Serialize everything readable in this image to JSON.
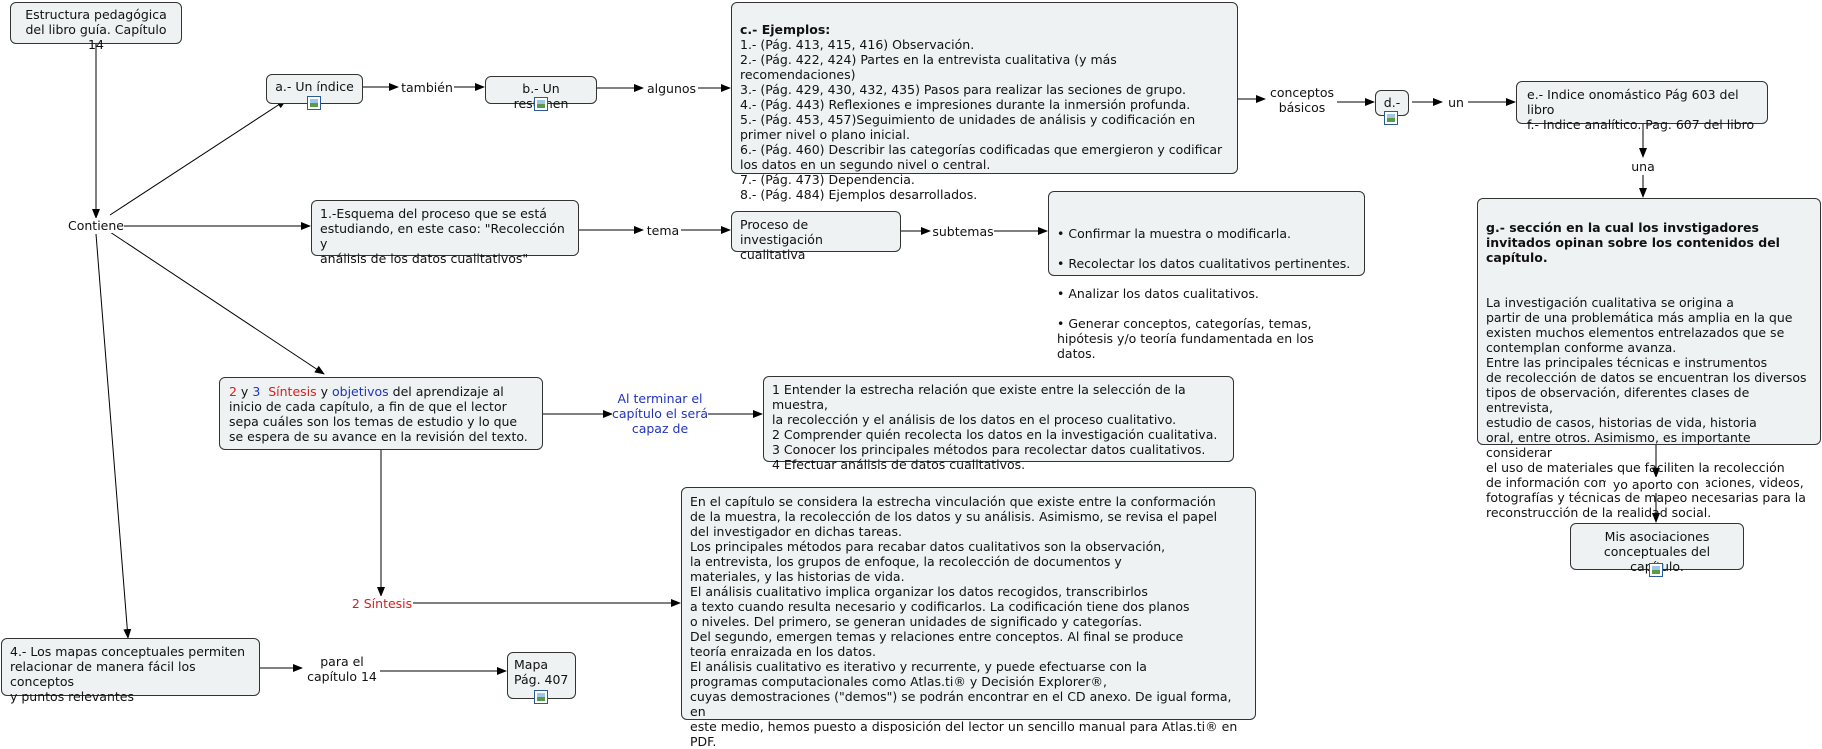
{
  "root": "Estructura pedagógica\ndel libro guía. Capítulo 14",
  "labels": {
    "contiene": "Contiene",
    "tambien": "también",
    "algunos": "algunos",
    "conceptos_basicos": "conceptos\nbásicos",
    "un": "un",
    "una": "una",
    "tema": "tema",
    "subtemas": "subtemas",
    "al_terminar": "Al terminar el\ncapítulo el será\ncapaz de",
    "yo_aporto": "yo aporto con",
    "para_el": "para el\ncapítulo 14",
    "dos_sintesis": "2 Síntesis"
  },
  "nodes": {
    "indice": "a.- Un índice",
    "resumen": "b.- Un resumen",
    "ejemplos_title": "c.- Ejemplos:",
    "ejemplos_body": "1.- (Pág. 413, 415, 416) Observación.\n2.- (Pág. 422, 424) Partes en la entrevista cualitativa (y más recomendaciones)\n3.- (Pág. 429, 430, 432, 435) Pasos para realizar las seciones de grupo.\n4.- (Pág. 443) Reflexiones e impresiones durante la inmersión profunda.\n5.- (Pág. 453, 457)Seguimiento de unidades de análisis y codificación en primer nivel o plano inicial.\n6.- (Pág. 460) Describir las categorías codificadas que emergieron y codificar los datos en un segundo nivel o central.\n7.- (Pág. 473) Dependencia.\n8.- (Pág. 484) Ejemplos desarrollados.",
    "d": "d.-",
    "indices": "e.- Indice onomástico Pág 603 del libro\nf.- Indice analítico. Pag. 607 del libro",
    "seccion_title": "g.- sección en la cual los invstigadores invitados opinan sobre los contenidos del capítulo.",
    "seccion_body": "La investigación cualitativa se origina a\npartir de una problemática más amplia en la que\nexisten muchos elementos entrelazados que se\ncontemplan conforme avanza.\nEntre las principales técnicas e instrumentos\nde recolección de datos se encuentran los diversos\ntipos de observación, diferentes clases de entrevista,\nestudio de casos, historias de vida, historia\noral, entre otros. Asimismo, es importante considerar\nel uso de materiales que faciliten la recolección\nde información como cintas y grabaciones, videos,\nfotografías y técnicas de mapeo necesarias para la\nreconstrucción de la realidad social.",
    "asociaciones": "Mis asociaciones\nconceptuales del capítulo.",
    "esquema": "1.-Esquema del proceso que se está\nestudiando, en este caso: \"Recolección y\nanálisis de los datos cualitativos\"",
    "proceso": "Proceso de investigación\ncualitativa",
    "subtemas_list": [
      "• Confirmar la muestra o modificarla.",
      "• Recolectar los datos cualitativos pertinentes.",
      "• Analizar los datos cualitativos.",
      "• Generar conceptos, categorías, temas, hipótesis y/o teoría fundamentada en los datos."
    ],
    "objetivos_parts": {
      "n2": "2",
      "y1": " y ",
      "n3": "3",
      "sintesis": "Síntesis",
      "y2": " y ",
      "objetivos": "objetivos",
      "rest": " del aprendizaje al inicio de cada capítulo, a fin de que el lector sepa cuáles son los temas de estudio y lo que se espera de su avance en la revisión del texto."
    },
    "capacidades": "1 Entender la estrecha relación que existe entre la selección de la muestra,\nla recolección y el análisis de los datos en el proceso cualitativo.\n2 Comprender quién recolecta los datos en la investigación cualitativa.\n3 Conocer los principales métodos para recolectar datos cualitativos.\n4 Efectuar análisis de datos cualitativos.",
    "sintesis_text": "En el capítulo se considera la estrecha vinculación que existe entre la conformación\nde la muestra, la recolección de los datos y su análisis. Asimismo, se revisa el papel\ndel investigador en dichas tareas.\nLos principales métodos para recabar datos cualitativos son la observación,\nla entrevista, los grupos de enfoque, la recolección de documentos y\nmateriales, y las historias de vida.\nEl análisis cualitativo implica organizar los datos recogidos, transcribirlos\na texto cuando resulta necesario y codificarlos. La codificación tiene dos planos\no niveles. Del primero, se generan unidades de significado y categorías.\nDel segundo, emergen temas y relaciones entre conceptos. Al final se produce\nteoría enraizada en los datos.\nEl análisis cualitativo es iterativo y recurrente, y puede efectuarse con la\nprogramas computacionales como Atlas.ti® y Decisión Explorer®,\ncuyas demostraciones (\"demos\") se podrán encontrar en el CD anexo. De igual forma, en\neste medio, hemos puesto a disposición del lector un sencillo manual para Atlas.ti® en PDF.",
    "mapas": "4.- Los mapas conceptuales permiten\nrelacionar de manera fácil los conceptos\ny puntos relevantes",
    "mapa_pag": "Mapa\nPág. 407"
  },
  "colors": {
    "node_fill": "#eef2f3",
    "border": "#333333",
    "red": "#d42020",
    "blue": "#2233bb"
  },
  "icons": [
    "image-icon"
  ]
}
